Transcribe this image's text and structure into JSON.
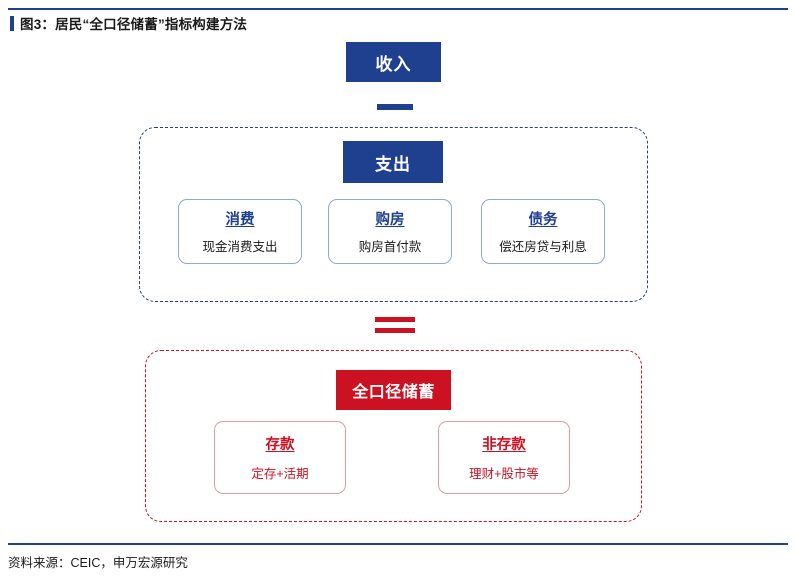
{
  "header": {
    "title": "图3：居民“全口径储蓄”指标构建方法"
  },
  "footer": {
    "source": "资料来源：CEIC，申万宏源研究"
  },
  "colors": {
    "blue": "#1f3f8f",
    "red": "#cc1122",
    "blue_border": "#8fa8d8",
    "red_border": "#e09aa3"
  },
  "diagram": {
    "type": "formula-flow",
    "income": {
      "label": "收入"
    },
    "operator_minus": "−",
    "expenditure": {
      "label": "支出",
      "items": [
        {
          "title": "消费",
          "detail": "现金消费支出"
        },
        {
          "title": "购房",
          "detail": "购房首付款"
        },
        {
          "title": "债务",
          "detail": "偿还房贷与利息"
        }
      ]
    },
    "operator_equals": "=",
    "savings": {
      "label": "全口径储蓄",
      "items": [
        {
          "title": "存款",
          "detail": "定存+活期"
        },
        {
          "title": "非存款",
          "detail": "理财+股市等"
        }
      ]
    }
  }
}
